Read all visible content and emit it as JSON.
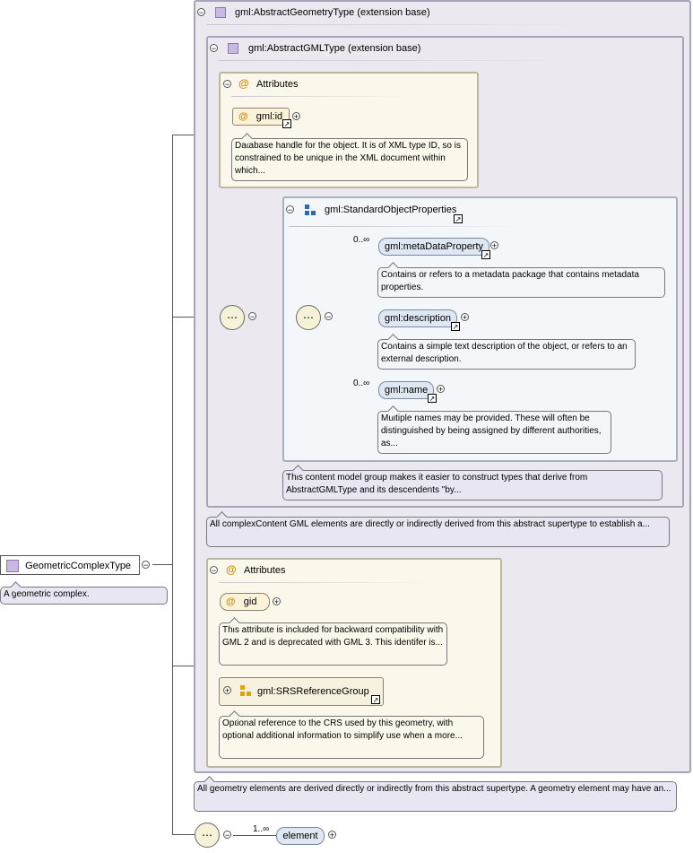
{
  "root": {
    "name": "GeometricComplexType",
    "note": "A geometric complex."
  },
  "geometry_ext": {
    "title": "gml:AbstractGeometryType (extension base)",
    "note": "All geometry elements are derived directly or indirectly from this abstract supertype. A geometry element may have an..."
  },
  "gml_ext": {
    "title": "gml:AbstractGMLType (extension base)",
    "note": "All complexContent GML elements are directly or indirectly derived from this abstract supertype to establish a..."
  },
  "gml_attributes": {
    "title": "Attributes",
    "id_chip": "gml:id",
    "id_note": "Database handle for the object. It is of XML type ID, so is constrained to be unique in the XML document within which..."
  },
  "std_props": {
    "title": "gml:StandardObjectProperties",
    "note": "This content model group makes it easier to construct types that derive from AbstractGMLType and its descendents \"by...",
    "items": [
      {
        "card": "0..∞",
        "name": "gml:metaDataProperty",
        "note": "Contains or refers to a metadata package that contains metadata properties."
      },
      {
        "card": "",
        "name": "gml:description",
        "note": "Contains a simple text description of the object, or refers to an external description."
      },
      {
        "card": "0..∞",
        "name": "gml:name",
        "note": "Multiple names may be provided. These will often be distinguished by being assigned by different authorities, as..."
      }
    ]
  },
  "geom_attributes": {
    "title": "Attributes",
    "gid_chip": "gid",
    "gid_note": "This attribute is included for backward compatibility with GML 2 and is deprecated with GML 3. This identifer is...",
    "srs_chip": "gml:SRSReferenceGroup",
    "srs_note": "Optional reference to the CRS used by this geometry, with optional additional information to simplify use when a more..."
  },
  "bottom_seq": {
    "card": "1..∞",
    "element": "element"
  },
  "icons": {
    "collapse": "minus-icon",
    "expand": "plus-icon",
    "link": "link-arrow-icon",
    "complex_type": "square-type-icon",
    "attribute": "at-icon",
    "group": "group-icon",
    "sequence": "sequence-icon"
  }
}
